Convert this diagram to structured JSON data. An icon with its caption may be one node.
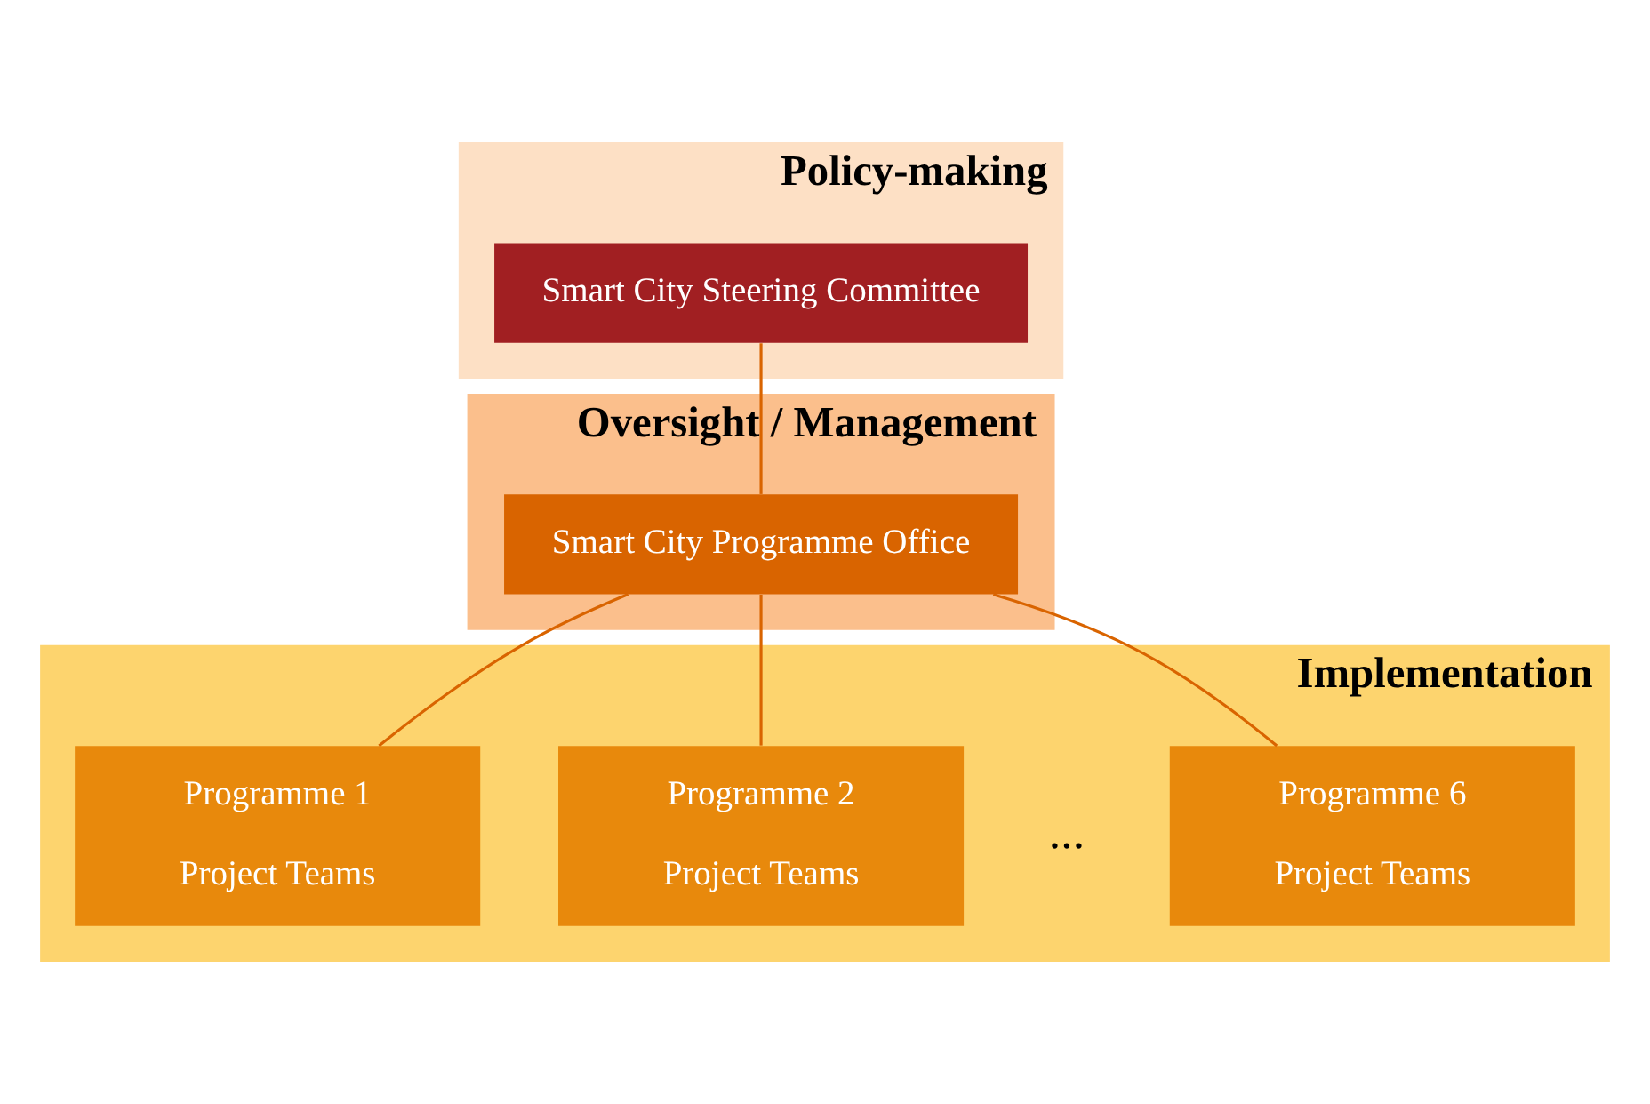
{
  "diagram": {
    "nodes": [
      {
        "text": [
          "Policy-making"
        ]
      },
      {
        "text": [
          "Smart City Steering Committee"
        ],
        "in": 0
      },
      {
        "text": [
          "Oversight / Management"
        ]
      },
      {
        "text": [
          "Smart City Programme Office"
        ],
        "in": 2
      },
      {
        "text": [
          "Implementation"
        ]
      },
      {
        "text": [
          "Programme 1",
          "Project Teams"
        ],
        "in": 4
      },
      {
        "text": [
          "Programme 2",
          "Project Teams"
        ],
        "in": 4
      },
      {
        "text": [
          "Programme 6",
          "Project Teams"
        ],
        "in": 4
      }
    ],
    "edges": [
      {
        "from": 1,
        "to": 3,
        "arrow": "none"
      },
      {
        "from": 3,
        "to": 5,
        "arrow": "none"
      },
      {
        "from": 3,
        "to": 6,
        "arrow": "none"
      },
      {
        "from": 3,
        "to": 7,
        "arrow": "none"
      }
    ],
    "labels": [
      "..."
    ]
  }
}
